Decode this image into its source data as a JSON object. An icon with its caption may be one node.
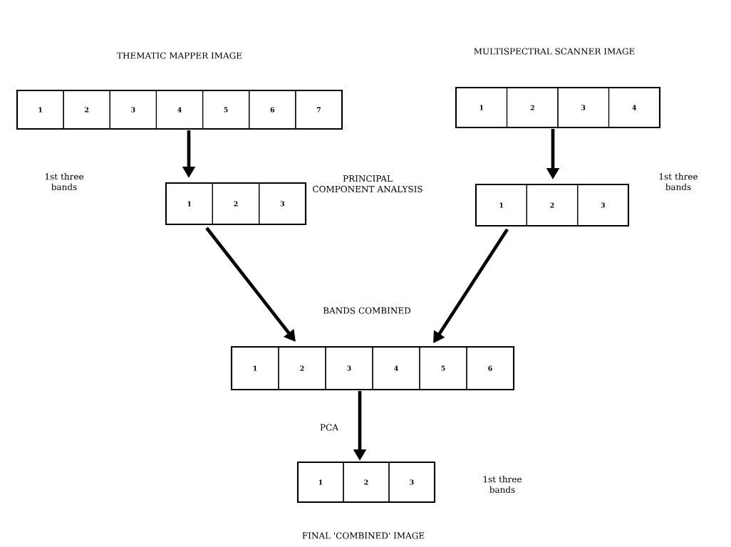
{
  "diagram": {
    "nodes": [
      {
        "text": [
          "THEMATIC MAPPER IMAGE"
        ]
      },
      {
        "text": [
          "1"
        ],
        "in": 0
      },
      {
        "text": [
          "2"
        ],
        "in": 0
      },
      {
        "text": [
          "3"
        ],
        "in": 0
      },
      {
        "text": [
          "4"
        ],
        "in": 0
      },
      {
        "text": [
          "5"
        ],
        "in": 0
      },
      {
        "text": [
          "6"
        ],
        "in": 0
      },
      {
        "text": [
          "7"
        ],
        "in": 0
      },
      {
        "text": [
          "MULTISPECTRAL SCANNER IMAGE"
        ]
      },
      {
        "text": [
          "1"
        ],
        "in": 8
      },
      {
        "text": [
          "2"
        ],
        "in": 8
      },
      {
        "text": [
          "3"
        ],
        "in": 8
      },
      {
        "text": [
          "4"
        ],
        "in": 8
      },
      {
        "text": [],
        "shape": "box"
      },
      {
        "text": [
          "1"
        ],
        "in": 13
      },
      {
        "text": [
          "2"
        ],
        "in": 13
      },
      {
        "text": [
          "3"
        ],
        "in": 13
      },
      {
        "text": [],
        "shape": "box"
      },
      {
        "text": [
          "1"
        ],
        "in": 17
      },
      {
        "text": [
          "2"
        ],
        "in": 17
      },
      {
        "text": [
          "3"
        ],
        "in": 17
      },
      {
        "text": [],
        "shape": "box"
      },
      {
        "text": [
          "1"
        ],
        "in": 21
      },
      {
        "text": [
          "2"
        ],
        "in": 21
      },
      {
        "text": [
          "3"
        ],
        "in": 21
      },
      {
        "text": [
          "4"
        ],
        "in": 21
      },
      {
        "text": [
          "5"
        ],
        "in": 21
      },
      {
        "text": [
          "6"
        ],
        "in": 21
      },
      {
        "text": [
          "FINAL 'COMBINED' IMAGE"
        ]
      },
      {
        "text": [
          "1"
        ],
        "in": 28
      },
      {
        "text": [
          "2"
        ],
        "in": 28
      },
      {
        "text": [
          "3"
        ],
        "in": 28
      }
    ],
    "edges": [
      {
        "from": 0,
        "to": 13,
        "arrow": "to"
      },
      {
        "from": 8,
        "to": 17,
        "arrow": "to"
      },
      {
        "from": 13,
        "to": 21,
        "arrow": "to"
      },
      {
        "from": 17,
        "to": 21,
        "arrow": "to"
      },
      {
        "from": 21,
        "to": 28,
        "arrow": "to"
      }
    ],
    "labels": [
      "1st three bands",
      "PRINCIPAL COMPONENT ANALYSIS",
      "1st three bands",
      "BANDS COMBINED",
      "PCA",
      "1st three bands"
    ]
  }
}
